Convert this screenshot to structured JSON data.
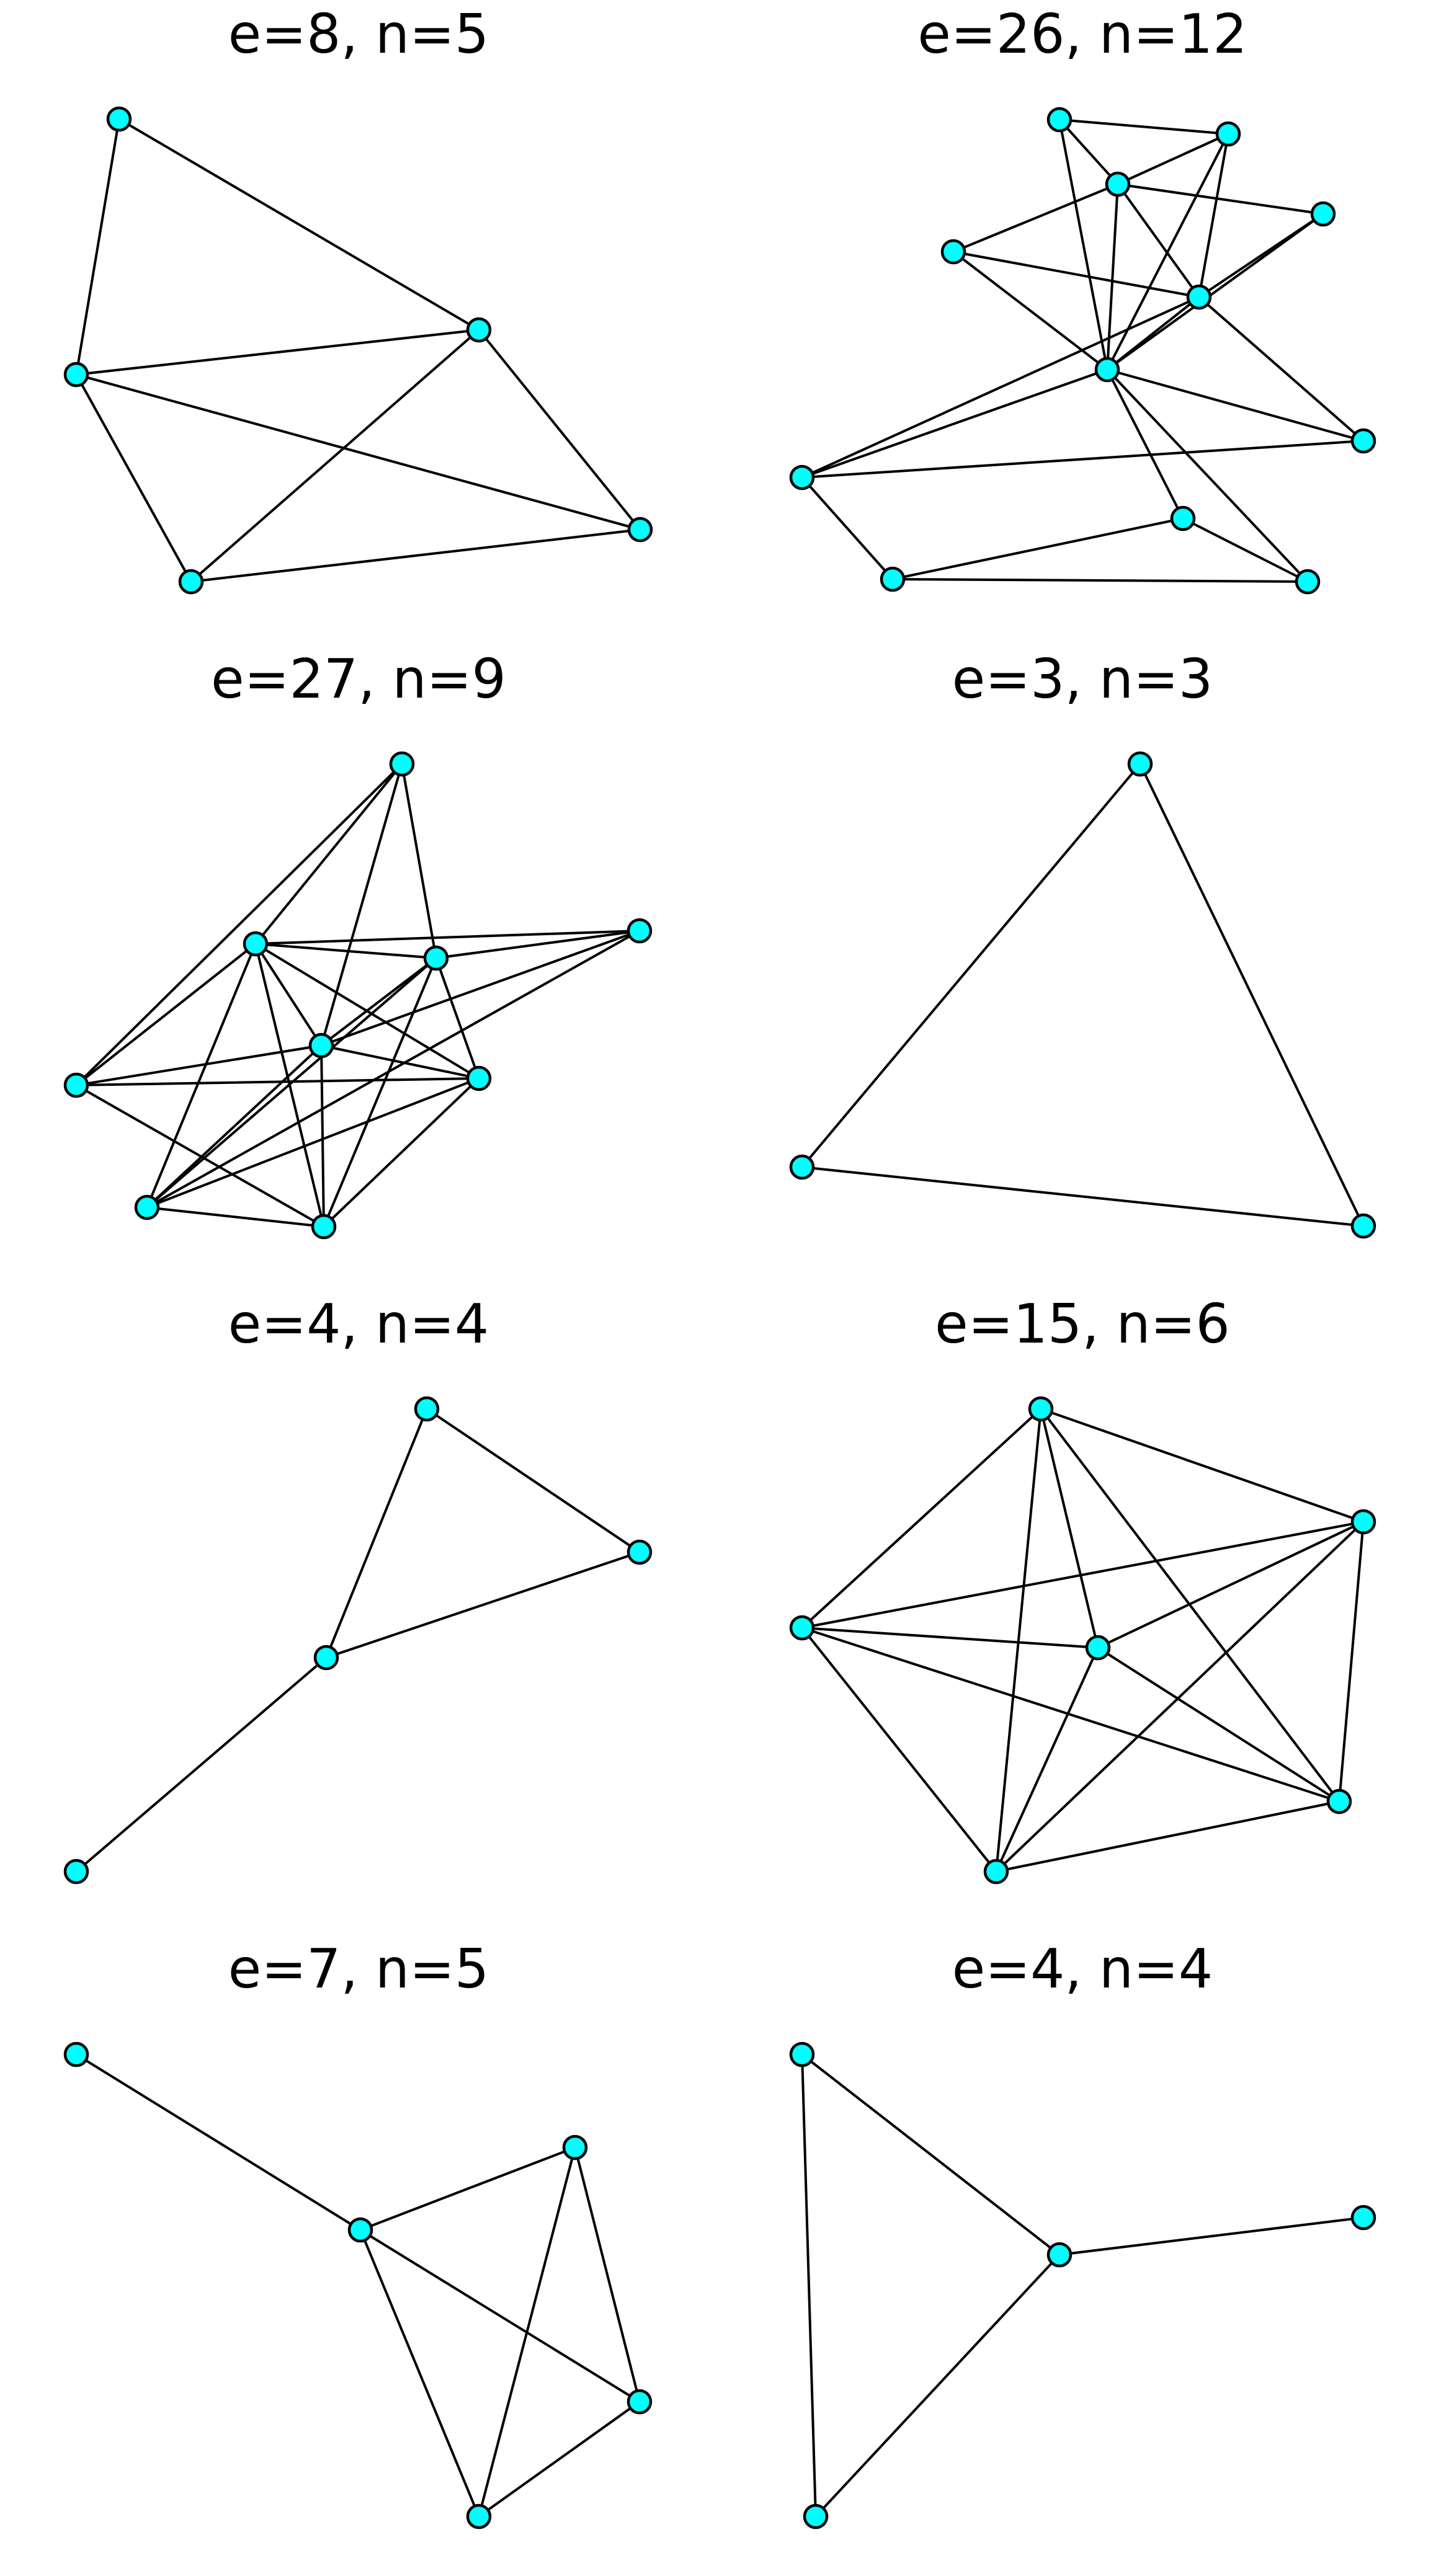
{
  "figure": {
    "node_color": "#00ffff",
    "edge_color": "#000000",
    "node_outline_color": "#000000",
    "background_color": "#ffffff"
  },
  "panels": [
    {
      "title": "e=8, n=5",
      "nodes": [
        "a",
        "b",
        "c",
        "d",
        "e"
      ],
      "edges": [
        [
          "a",
          "b"
        ],
        [
          "a",
          "c"
        ],
        [
          "b",
          "c"
        ],
        [
          "b",
          "e"
        ],
        [
          "b",
          "d"
        ],
        [
          "c",
          "d"
        ],
        [
          "c",
          "e"
        ],
        [
          "d",
          "e"
        ]
      ]
    },
    {
      "title": "e=26, n=12",
      "nodes": [
        "a",
        "b",
        "c",
        "d",
        "e",
        "f",
        "g",
        "h",
        "i",
        "j",
        "k",
        "l"
      ],
      "edges": [
        [
          "a",
          "b"
        ],
        [
          "a",
          "c"
        ],
        [
          "a",
          "g"
        ],
        [
          "b",
          "c"
        ],
        [
          "b",
          "f"
        ],
        [
          "b",
          "g"
        ],
        [
          "c",
          "d"
        ],
        [
          "c",
          "e"
        ],
        [
          "c",
          "f"
        ],
        [
          "c",
          "g"
        ],
        [
          "d",
          "f"
        ],
        [
          "d",
          "g"
        ],
        [
          "e",
          "f"
        ],
        [
          "e",
          "g"
        ],
        [
          "f",
          "g"
        ],
        [
          "f",
          "h"
        ],
        [
          "f",
          "i"
        ],
        [
          "g",
          "h"
        ],
        [
          "g",
          "j"
        ],
        [
          "g",
          "l"
        ],
        [
          "g",
          "i"
        ],
        [
          "h",
          "i"
        ],
        [
          "i",
          "k"
        ],
        [
          "j",
          "k"
        ],
        [
          "j",
          "l"
        ],
        [
          "k",
          "l"
        ]
      ]
    },
    {
      "title": "e=27, n=9",
      "nodes": [
        "a",
        "b",
        "c",
        "d",
        "e",
        "f",
        "g",
        "h",
        "i"
      ],
      "edges": [
        [
          "a",
          "b"
        ],
        [
          "a",
          "c"
        ],
        [
          "a",
          "e"
        ],
        [
          "a",
          "g"
        ],
        [
          "b",
          "c"
        ],
        [
          "b",
          "d"
        ],
        [
          "b",
          "e"
        ],
        [
          "b",
          "f"
        ],
        [
          "b",
          "g"
        ],
        [
          "b",
          "h"
        ],
        [
          "b",
          "i"
        ],
        [
          "c",
          "d"
        ],
        [
          "c",
          "e"
        ],
        [
          "c",
          "f"
        ],
        [
          "c",
          "h"
        ],
        [
          "c",
          "i"
        ],
        [
          "d",
          "e"
        ],
        [
          "d",
          "h"
        ],
        [
          "e",
          "f"
        ],
        [
          "e",
          "g"
        ],
        [
          "e",
          "h"
        ],
        [
          "e",
          "i"
        ],
        [
          "f",
          "g"
        ],
        [
          "f",
          "h"
        ],
        [
          "f",
          "i"
        ],
        [
          "g",
          "i"
        ],
        [
          "h",
          "i"
        ]
      ]
    },
    {
      "title": "e=3, n=3",
      "nodes": [
        "a",
        "b",
        "c"
      ],
      "edges": [
        [
          "a",
          "b"
        ],
        [
          "b",
          "c"
        ],
        [
          "a",
          "c"
        ]
      ]
    },
    {
      "title": "e=4, n=4",
      "nodes": [
        "a",
        "b",
        "c",
        "d"
      ],
      "edges": [
        [
          "a",
          "b"
        ],
        [
          "a",
          "c"
        ],
        [
          "b",
          "c"
        ],
        [
          "c",
          "d"
        ]
      ]
    },
    {
      "title": "e=15, n=6",
      "nodes": [
        "a",
        "b",
        "c",
        "d",
        "e",
        "f"
      ],
      "edges": [
        [
          "a",
          "b"
        ],
        [
          "a",
          "c"
        ],
        [
          "a",
          "d"
        ],
        [
          "a",
          "e"
        ],
        [
          "a",
          "f"
        ],
        [
          "b",
          "c"
        ],
        [
          "b",
          "d"
        ],
        [
          "b",
          "e"
        ],
        [
          "b",
          "f"
        ],
        [
          "c",
          "d"
        ],
        [
          "c",
          "e"
        ],
        [
          "c",
          "f"
        ],
        [
          "d",
          "e"
        ],
        [
          "d",
          "f"
        ],
        [
          "e",
          "f"
        ]
      ]
    },
    {
      "title": "e=7, n=5",
      "nodes": [
        "a",
        "b",
        "c",
        "d",
        "e"
      ],
      "edges": [
        [
          "a",
          "c"
        ],
        [
          "b",
          "c"
        ],
        [
          "b",
          "d"
        ],
        [
          "b",
          "e"
        ],
        [
          "c",
          "d"
        ],
        [
          "c",
          "e"
        ],
        [
          "d",
          "e"
        ]
      ]
    },
    {
      "title": "e=4, n=4",
      "nodes": [
        "a",
        "b",
        "c",
        "d"
      ],
      "edges": [
        [
          "a",
          "c"
        ],
        [
          "a",
          "d"
        ],
        [
          "b",
          "c"
        ],
        [
          "c",
          "d"
        ]
      ]
    }
  ]
}
